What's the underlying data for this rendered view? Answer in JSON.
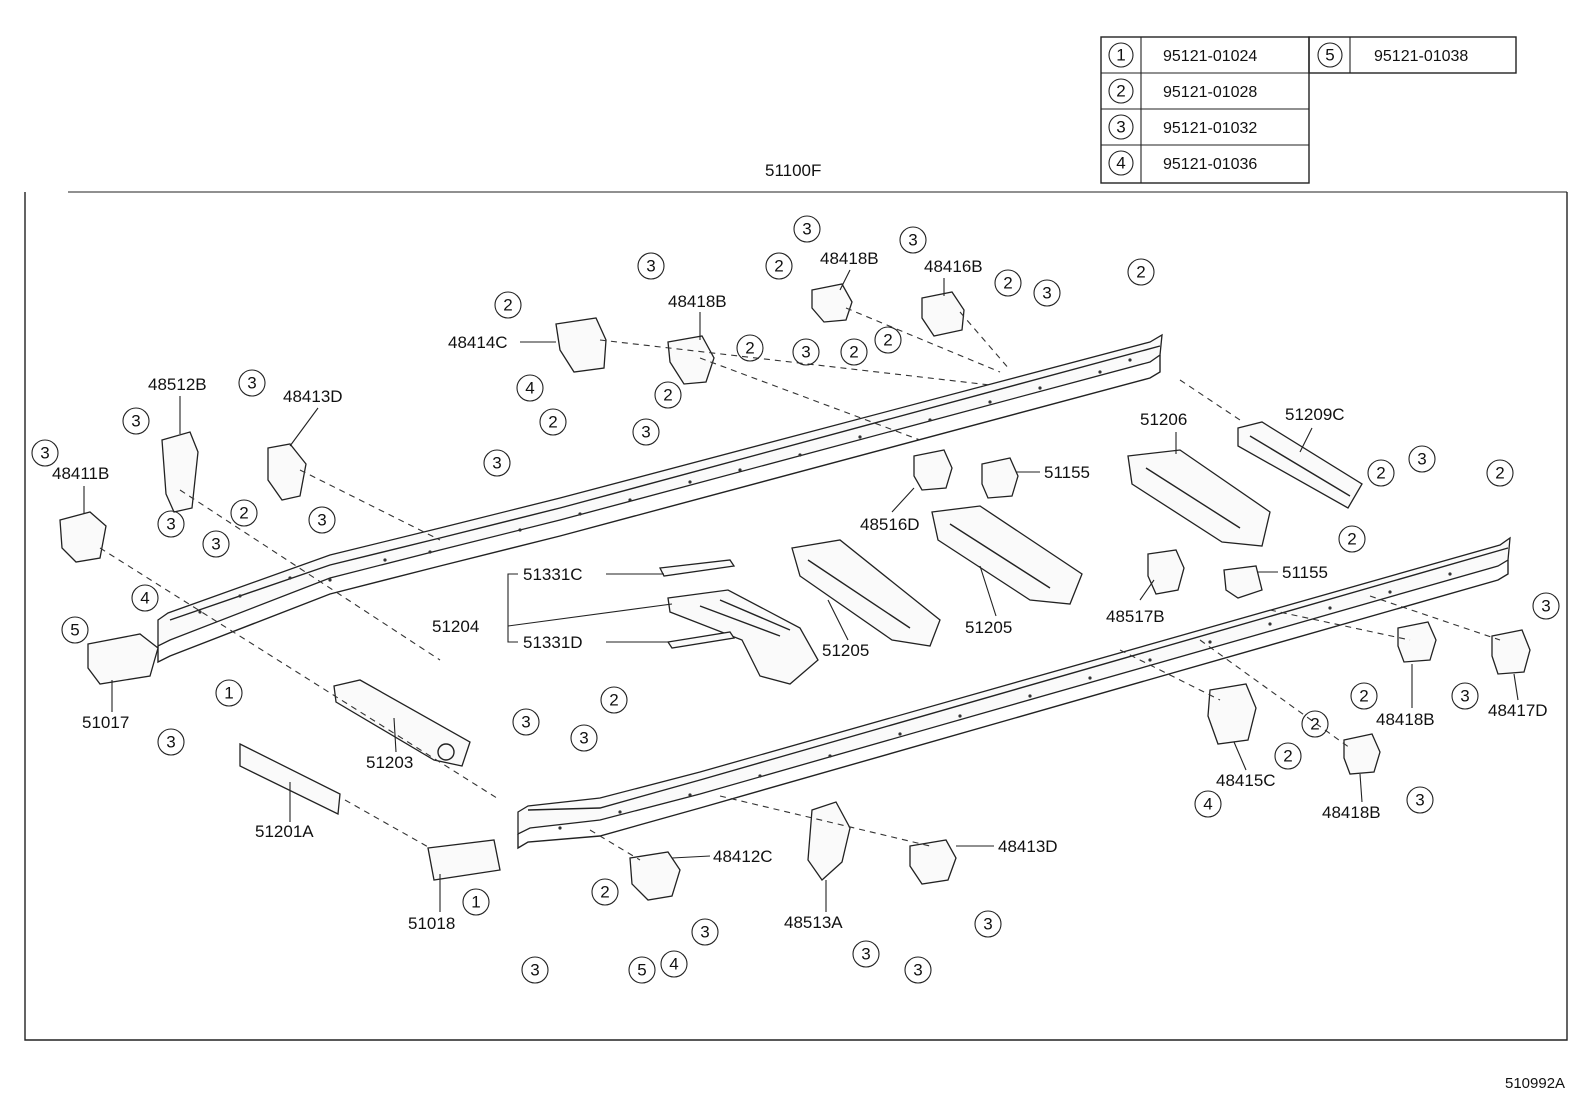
{
  "diagram_code": "510992A",
  "assembly_label": "51100F",
  "legend": [
    {
      "key": "1",
      "part": "95121-01024"
    },
    {
      "key": "2",
      "part": "95121-01028"
    },
    {
      "key": "3",
      "part": "95121-01032"
    },
    {
      "key": "4",
      "part": "95121-01036"
    },
    {
      "key": "5",
      "part": "95121-01038"
    }
  ],
  "labels": {
    "p48418B_a": "48418B",
    "p48418B_b": "48418B",
    "p48416B": "48416B",
    "p48414C": "48414C",
    "p48512B": "48512B",
    "p48413D_a": "48413D",
    "p48411B": "48411B",
    "p51206": "51206",
    "p51209C": "51209C",
    "p51155_a": "51155",
    "p48516D": "48516D",
    "p51331C": "51331C",
    "p51204": "51204",
    "p51331D": "51331D",
    "p51205_a": "51205",
    "p51205_b": "51205",
    "p51155_b": "51155",
    "p48517B": "48517B",
    "p51017": "51017",
    "p51203": "51203",
    "p51201A": "51201A",
    "p51018": "51018",
    "p48412C": "48412C",
    "p48513A": "48513A",
    "p48413D_b": "48413D",
    "p48415C": "48415C",
    "p48418B_c": "48418B",
    "p48417D": "48417D",
    "p48418B_d": "48418B"
  }
}
